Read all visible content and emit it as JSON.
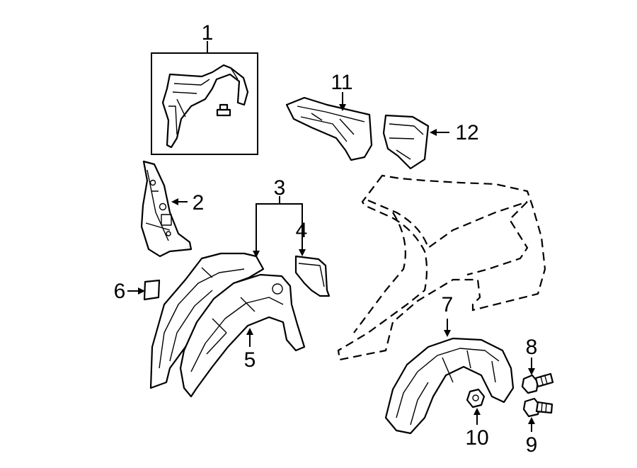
{
  "callouts": [
    {
      "id": "c1",
      "label": "1"
    },
    {
      "id": "c2",
      "label": "2"
    },
    {
      "id": "c3",
      "label": "3"
    },
    {
      "id": "c4",
      "label": "4"
    },
    {
      "id": "c5",
      "label": "5"
    },
    {
      "id": "c6",
      "label": "6"
    },
    {
      "id": "c7",
      "label": "7"
    },
    {
      "id": "c8",
      "label": "8"
    },
    {
      "id": "c9",
      "label": "9"
    },
    {
      "id": "c10",
      "label": "10"
    },
    {
      "id": "c11",
      "label": "11"
    },
    {
      "id": "c12",
      "label": "12"
    }
  ],
  "colors": {
    "line": "#000000",
    "background": "#ffffff"
  }
}
